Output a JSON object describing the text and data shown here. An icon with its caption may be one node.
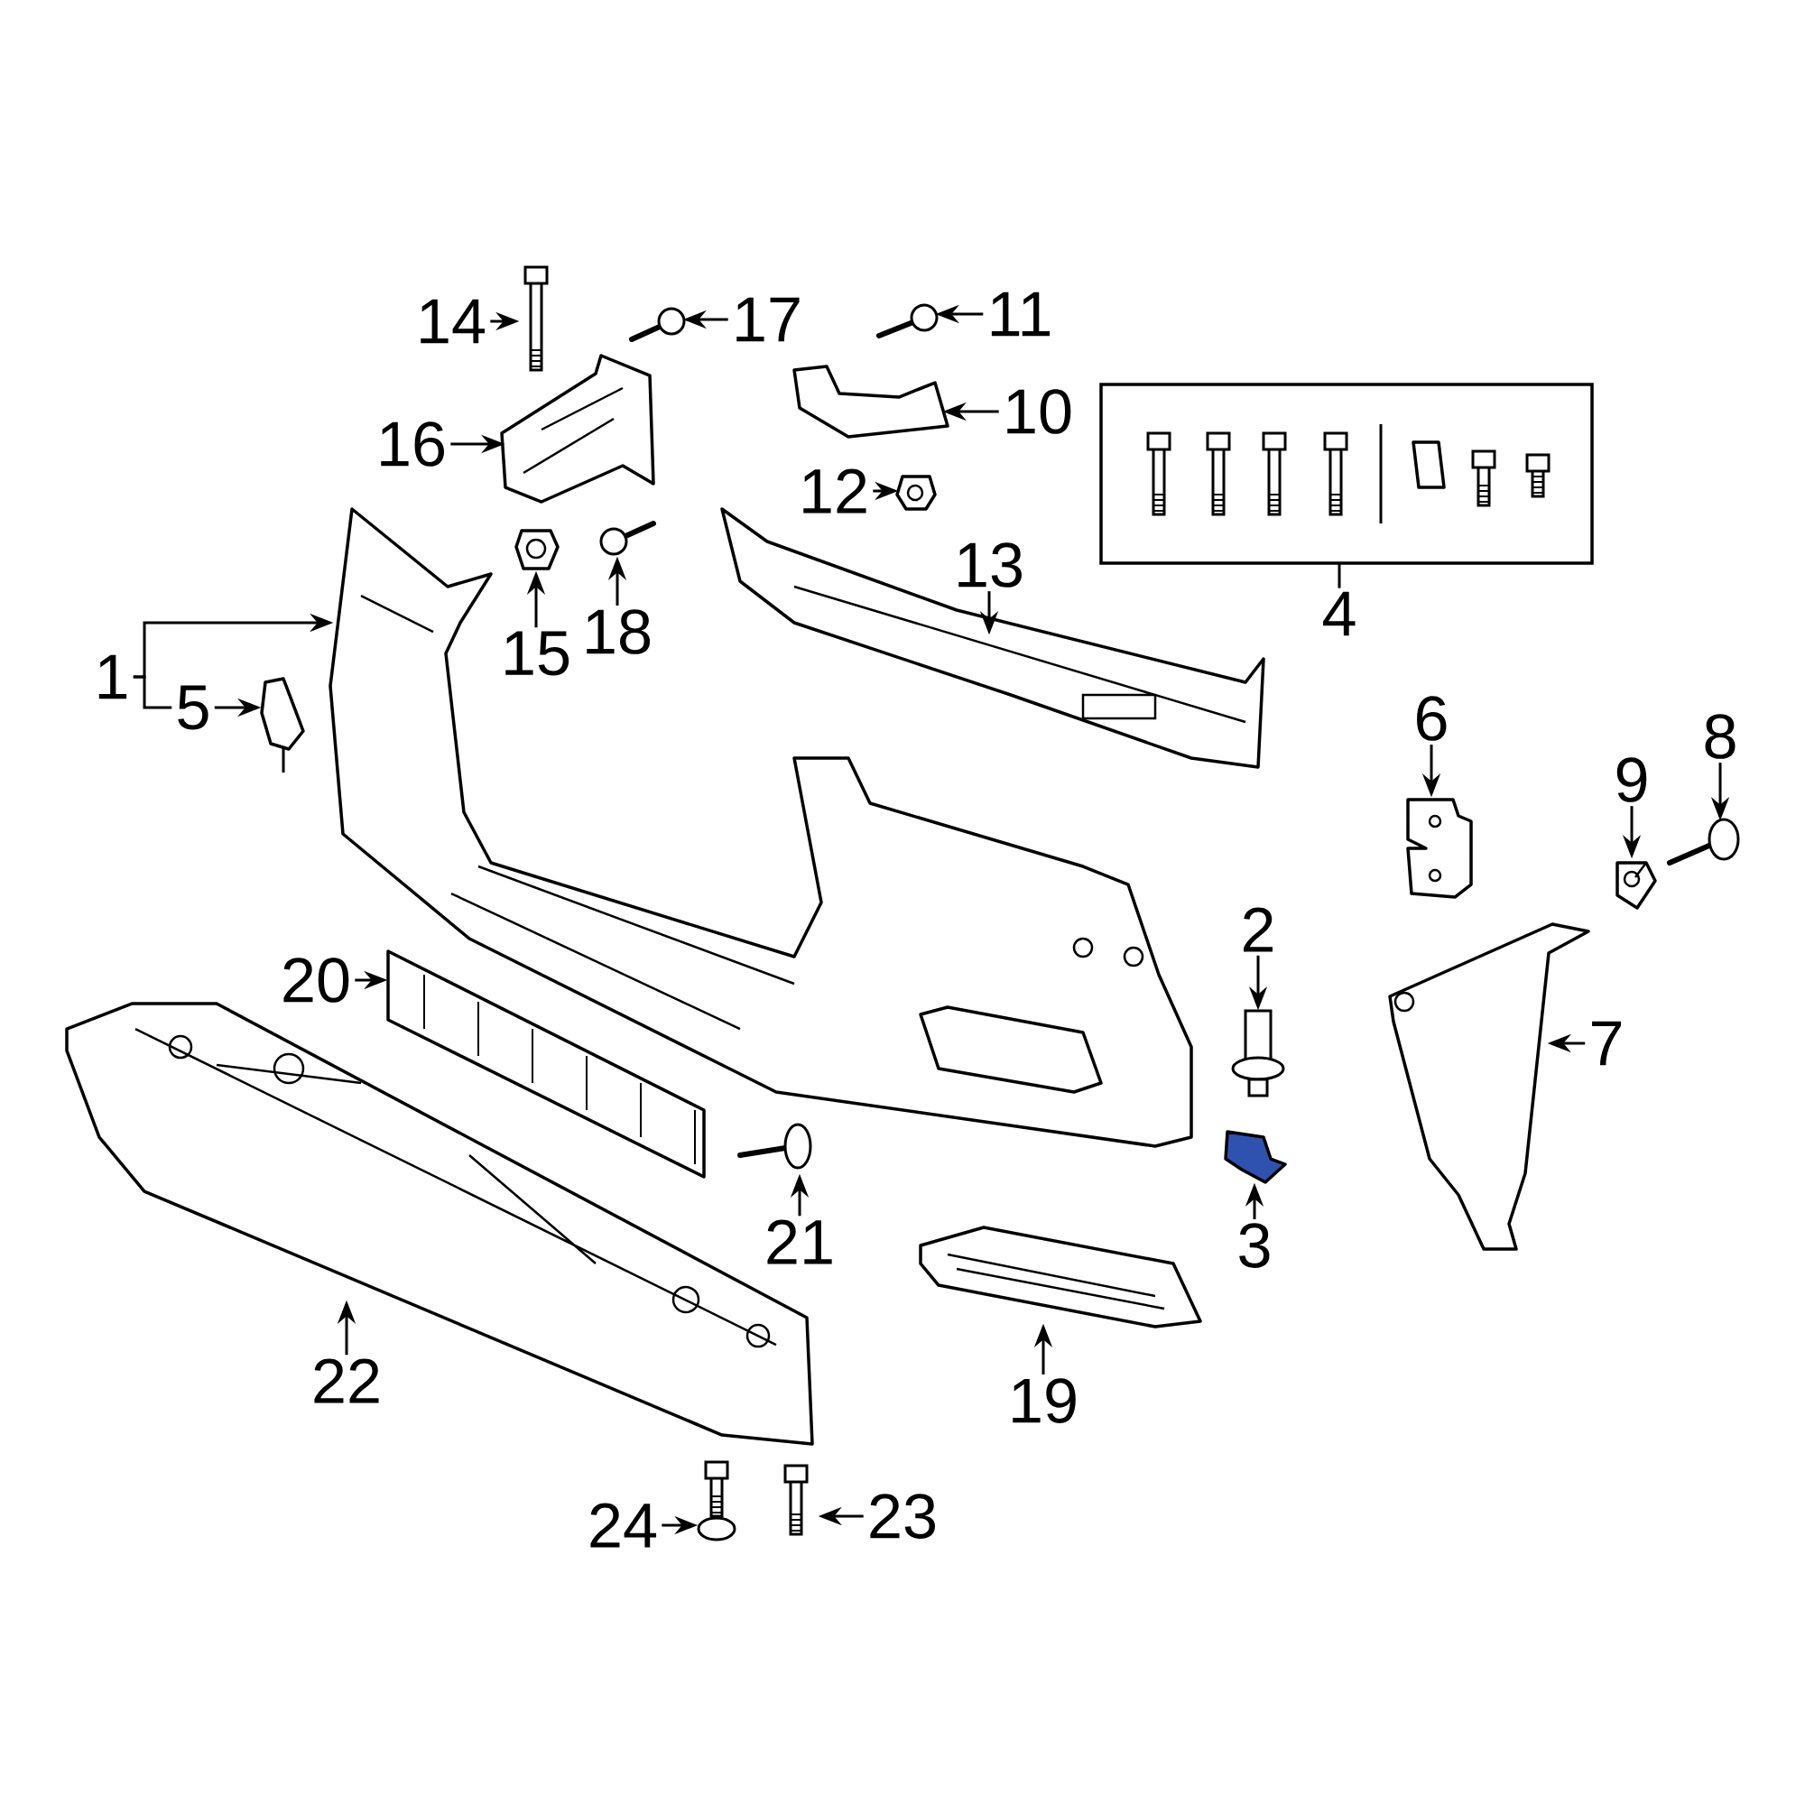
{
  "diagram": {
    "nodes": [
      {
        "text": [
          "14"
        ]
      },
      {
        "text": [
          "17"
        ]
      },
      {
        "text": [
          "11"
        ]
      },
      {
        "text": [
          "10"
        ]
      },
      {
        "text": [
          "16"
        ]
      },
      {
        "text": [
          "12"
        ]
      },
      {
        "text": [
          "4"
        ]
      },
      {
        "text": [
          "13"
        ]
      },
      {
        "text": [
          "15"
        ]
      },
      {
        "text": [
          "18"
        ]
      },
      {
        "text": [
          "1"
        ]
      },
      {
        "text": [
          "5"
        ]
      },
      {
        "text": [
          "6"
        ]
      },
      {
        "text": [
          "9"
        ]
      },
      {
        "text": [
          "8"
        ]
      },
      {
        "text": [
          "2"
        ]
      },
      {
        "text": [
          "20"
        ]
      },
      {
        "text": [
          "7"
        ]
      },
      {
        "text": [
          "21"
        ]
      },
      {
        "text": [
          "3"
        ]
      },
      {
        "text": [
          "22"
        ]
      },
      {
        "text": [
          "19"
        ]
      },
      {
        "text": [
          "24"
        ]
      },
      {
        "text": [
          "23"
        ]
      },
      {
        "text": [],
        "shape": "picture"
      },
      {
        "text": [],
        "shape": "picture"
      },
      {
        "text": [],
        "shape": "picture"
      },
      {
        "text": [],
        "shape": "picture"
      },
      {
        "text": [],
        "shape": "picture"
      },
      {
        "text": [],
        "shape": "picture"
      },
      {
        "text": [],
        "shape": "box"
      },
      {
        "text": [],
        "shape": "picture"
      },
      {
        "text": [],
        "shape": "picture"
      },
      {
        "text": [],
        "shape": "picture"
      },
      {
        "text": [],
        "shape": "picture"
      },
      {
        "text": [],
        "shape": "picture"
      },
      {
        "text": [],
        "shape": "picture"
      },
      {
        "text": [],
        "shape": "picture"
      },
      {
        "text": [],
        "shape": "picture"
      },
      {
        "text": [],
        "shape": "picture"
      },
      {
        "text": [],
        "shape": "picture"
      },
      {
        "text": [],
        "shape": "picture"
      },
      {
        "text": [],
        "shape": "picture"
      },
      {
        "text": [],
        "shape": "picture"
      },
      {
        "text": [],
        "shape": "picture"
      },
      {
        "text": [],
        "shape": "picture"
      },
      {
        "text": [],
        "shape": "picture"
      },
      {
        "text": [],
        "shape": "picture"
      }
    ],
    "edges": [
      {
        "from": 0,
        "to": 24,
        "arrow": "to"
      },
      {
        "from": 1,
        "to": 25,
        "arrow": "to"
      },
      {
        "from": 2,
        "to": 26,
        "arrow": "to"
      },
      {
        "from": 3,
        "to": 27,
        "arrow": "to"
      },
      {
        "from": 4,
        "to": 28,
        "arrow": "to"
      },
      {
        "from": 5,
        "to": 29,
        "arrow": "to"
      },
      {
        "from": 6,
        "to": 30,
        "arrow": "none"
      },
      {
        "from": 7,
        "to": 31,
        "arrow": "to"
      },
      {
        "from": 8,
        "to": 32,
        "arrow": "to"
      },
      {
        "from": 9,
        "to": 33,
        "arrow": "to"
      },
      {
        "from": 10,
        "to": 34,
        "arrow": "to"
      },
      {
        "from": 11,
        "to": 35,
        "arrow": "to"
      },
      {
        "from": 12,
        "to": 36,
        "arrow": "to"
      },
      {
        "from": 13,
        "to": 37,
        "arrow": "to"
      },
      {
        "from": 14,
        "to": 38,
        "arrow": "to"
      },
      {
        "from": 15,
        "to": 39,
        "arrow": "to"
      },
      {
        "from": 16,
        "to": 40,
        "arrow": "to"
      },
      {
        "from": 17,
        "to": 41,
        "arrow": "to"
      },
      {
        "from": 18,
        "to": 42,
        "arrow": "to"
      },
      {
        "from": 19,
        "to": 43,
        "arrow": "to"
      },
      {
        "from": 20,
        "to": 44,
        "arrow": "to"
      },
      {
        "from": 21,
        "to": 45,
        "arrow": "to"
      },
      {
        "from": 22,
        "to": 46,
        "arrow": "to"
      },
      {
        "from": 23,
        "to": 47,
        "arrow": "to"
      },
      {
        "from": 10,
        "to": 11,
        "arrow": "none"
      }
    ]
  }
}
